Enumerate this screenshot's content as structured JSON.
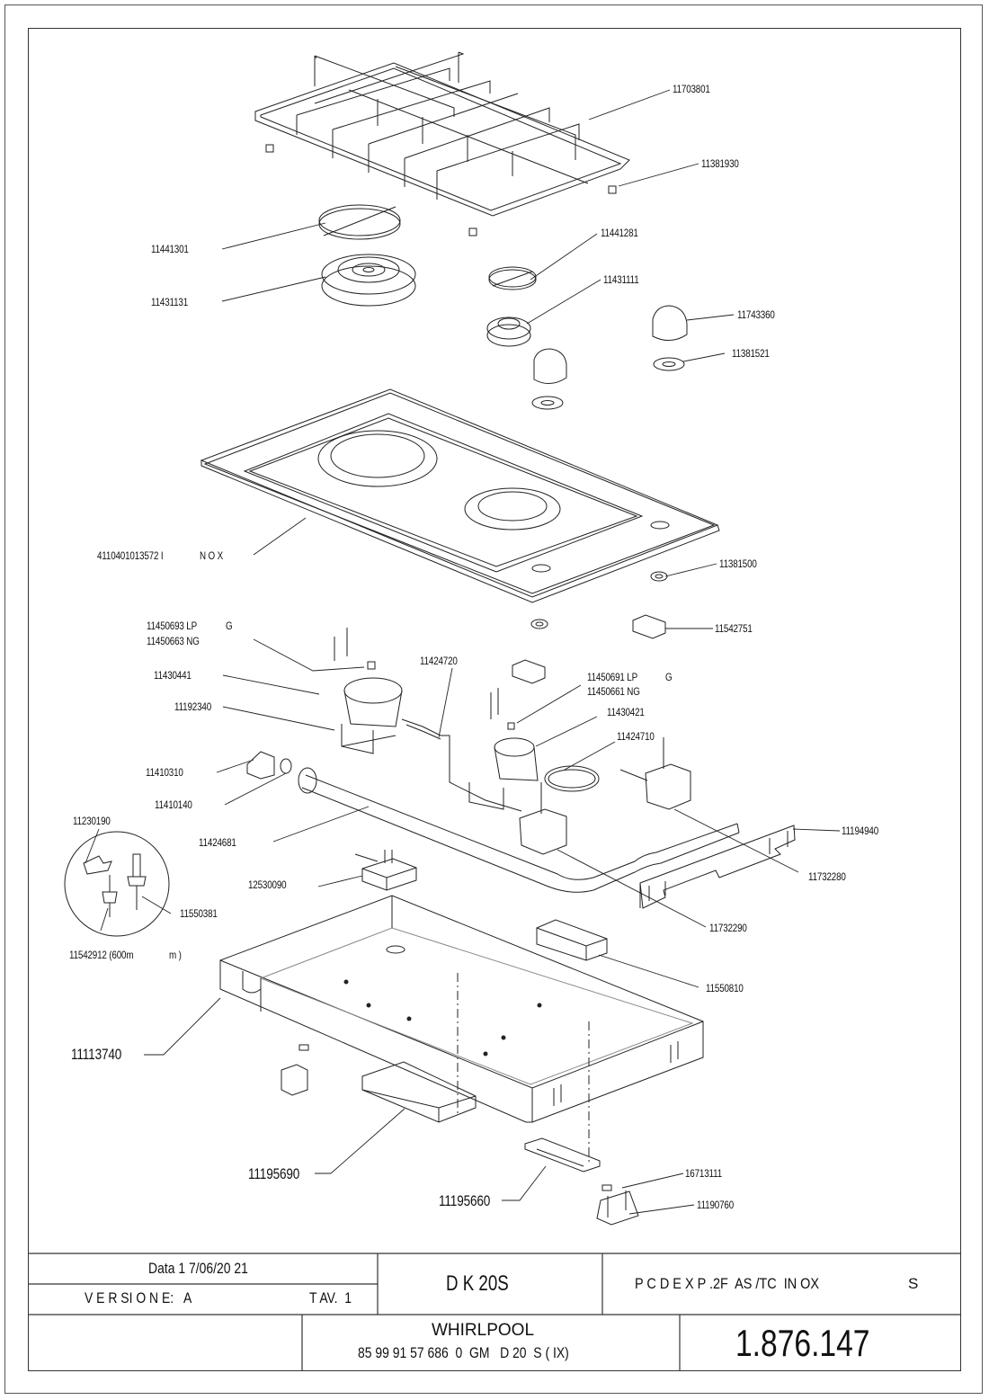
{
  "drawing": {
    "title": "Exploded view parts diagram",
    "callouts": {
      "pan_support": "11703801",
      "rubber_foot": "11381930",
      "big_burner_cap": "11441301",
      "big_burner_head": "11431131",
      "small_burner_cap": "11441281",
      "small_burner_head": "11431111",
      "knob": "11743360",
      "knob_ring": "11381521",
      "worktop": "4110401013572 I",
      "worktop_suffix": "N O X",
      "grommet": "11381500",
      "ignition_switch": "11542751",
      "injector_left_lp": "11450693 LP",
      "injector_left_lp_suffix": "G",
      "injector_left_ng": "11450663 NG",
      "burner_body_left": "11430441",
      "burner_bracket": "11192340",
      "pipe_left": "11424720",
      "injector_right_lp": "11450691 LP",
      "injector_right_lp_suffix": "G",
      "injector_right_ng": "11450661 NG",
      "burner_body_right": "11430421",
      "pipe_right": "11424710",
      "elbow": "11410310",
      "gasket": "11410140",
      "clip": "11230190",
      "gas_ramp": "11424681",
      "valve_bracket": "11194940",
      "valve_right": "11732280",
      "spark_gen": "12530090",
      "thermocouple": "11550381",
      "electrode": "11542912 (600m",
      "electrode_suffix": "m )",
      "valve_left": "11732290",
      "igniter": "11550810",
      "casing": "11113740",
      "bracket_left": "11195690",
      "bracket_right": "11195660",
      "spring_clip": "16713111",
      "fixing_clamp": "11190760"
    }
  },
  "title_block": {
    "date": "Data 1 7/06/20 21",
    "version": "V E R SI O N E:   A",
    "tav": "T AV.  1",
    "model": "D K 20S",
    "description": "P C D E X P .2F  AS /TC  IN OX",
    "description_suffix": "S",
    "brand": "WHIRLPOOL",
    "code": "85 99 91 57 686  0  GM   D 20  S ( IX)",
    "drawing_number": "1.876.147"
  }
}
